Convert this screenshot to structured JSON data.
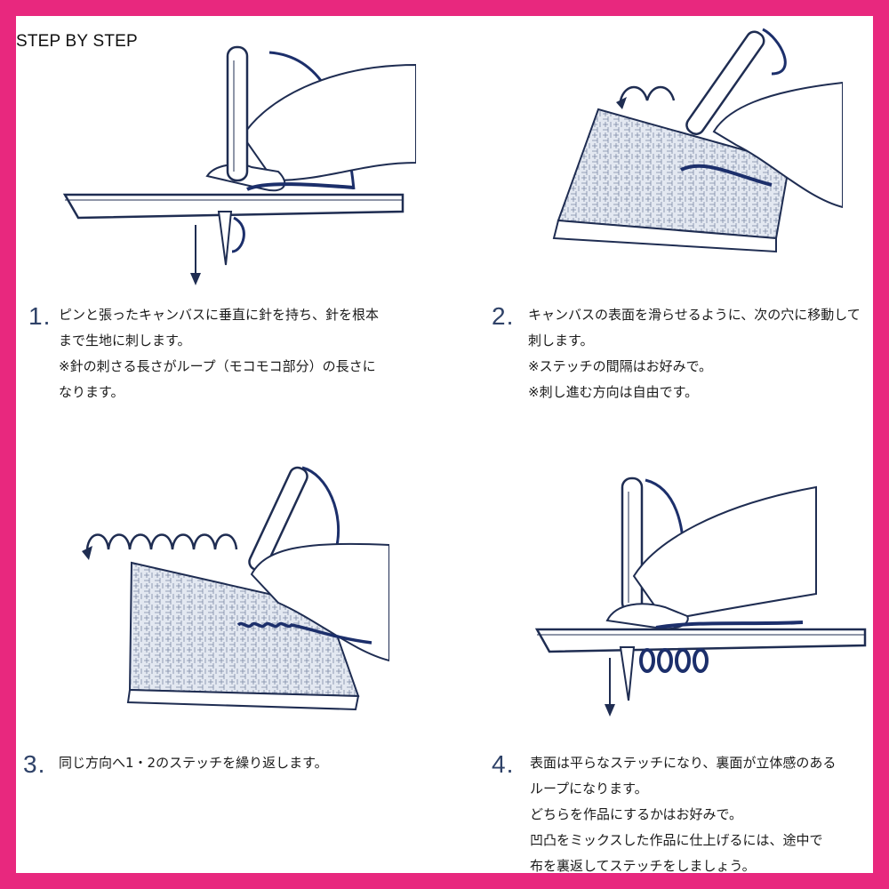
{
  "header": {
    "title": "STEP BY STEP"
  },
  "colors": {
    "border": "#e8287e",
    "ink": "#1f2d52",
    "yarn": "#1c2f6b",
    "canvas": "#dde3ee"
  },
  "steps": [
    {
      "number": "1.",
      "lines": [
        "ピンと張ったキャンバスに垂直に針を持ち、針を根本",
        "まで生地に刺します。",
        "※針の刺さる長さがループ（モコモコ部分）の長さに",
        "なります。"
      ]
    },
    {
      "number": "2.",
      "lines": [
        "キャンバスの表面を滑らせるように、次の穴に移動して",
        "刺します。",
        "※ステッチの間隔はお好みで。",
        "※刺し進む方向は自由です。"
      ]
    },
    {
      "number": "3.",
      "lines": [
        "同じ方向へ1・2のステッチを繰り返します。"
      ]
    },
    {
      "number": "4.",
      "lines": [
        "表面は平らなステッチになり、裏面が立体感のある",
        "ループになります。",
        "どちらを作品にするかはお好みで。",
        "凹凸をミックスした作品に仕上げるには、途中で",
        "布を裏返してステッチをしましょう。"
      ]
    }
  ]
}
